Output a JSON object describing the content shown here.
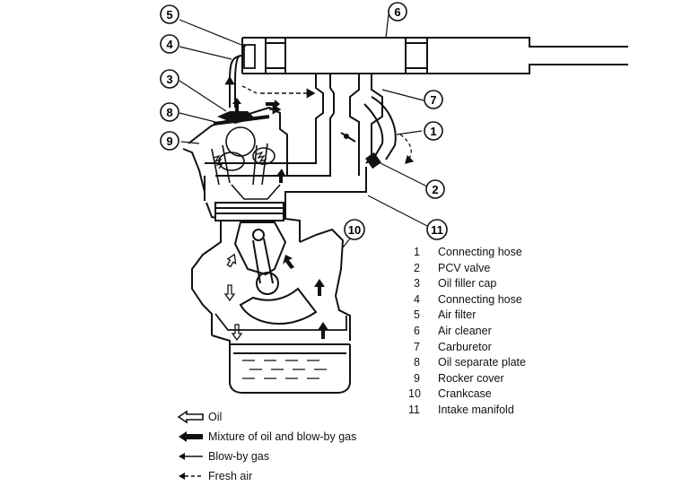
{
  "callouts": [
    "1",
    "2",
    "3",
    "4",
    "5",
    "6",
    "7",
    "8",
    "9",
    "10",
    "11"
  ],
  "parts": [
    {
      "num": "1",
      "label": "Connecting hose"
    },
    {
      "num": "2",
      "label": "PCV valve"
    },
    {
      "num": "3",
      "label": "Oil filler cap"
    },
    {
      "num": "4",
      "label": "Connecting hose"
    },
    {
      "num": "5",
      "label": "Air filter"
    },
    {
      "num": "6",
      "label": "Air cleaner"
    },
    {
      "num": "7",
      "label": "Carburetor"
    },
    {
      "num": "8",
      "label": "Oil separate plate"
    },
    {
      "num": "9",
      "label": "Rocker cover"
    },
    {
      "num": "10",
      "label": "Crankcase"
    },
    {
      "num": "11",
      "label": "Intake manifold"
    }
  ],
  "arrow_legend": [
    {
      "icon": "hollow-arrow-icon",
      "label": "Oil"
    },
    {
      "icon": "solid-arrow-icon",
      "label": "Mixture of oil and blow-by gas"
    },
    {
      "icon": "thin-arrow-icon",
      "label": "Blow-by gas"
    },
    {
      "icon": "dashed-arrow-icon",
      "label": "Fresh air"
    }
  ]
}
